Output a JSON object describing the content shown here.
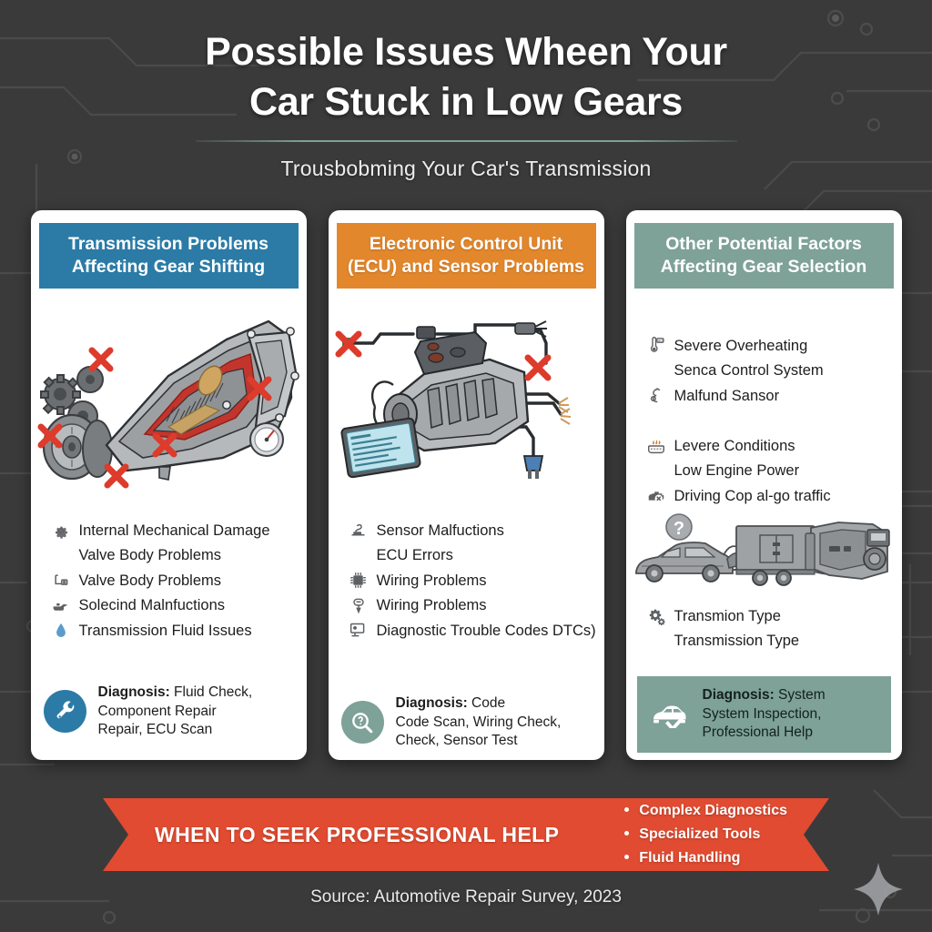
{
  "page": {
    "background_color": "#3a3a3a",
    "accent_teal": "#7ea198",
    "accent_red": "#e04b31"
  },
  "header": {
    "title_line1": "Possible Issues Wheen Your",
    "title_line2": "Car Stuck in Low Gears",
    "subtitle": "Trousbobming Your Car's Transmission"
  },
  "cards": [
    {
      "header_line1": "Transmission Problems",
      "header_line2": "Affecting Gear Shifting",
      "header_color": "#2b7ba6",
      "illustration": "transmission-cutaway-with-gears",
      "items": [
        {
          "icon": "gear-icon",
          "label": "Internal Mechanical Damage"
        },
        {
          "icon": "",
          "label": "Valve Body Problems"
        },
        {
          "icon": "valve-body-icon",
          "label": "Valve Body Problems"
        },
        {
          "icon": "oil-can-icon",
          "label": "Solecind Malnfuctions"
        },
        {
          "icon": "fluid-drop-icon",
          "label": "Transmission Fluid Issues"
        }
      ],
      "diagnosis": {
        "icon": "wrench-icon",
        "label": "Diagnosis:",
        "line1_rest": " Fluid Check,",
        "line2": "Component Repair",
        "line3": "Repair, ECU Scan"
      }
    },
    {
      "header_line1": "Electronic Control Unit",
      "header_line2": "(ECU) and Sensor Problems",
      "header_color": "#e3872c",
      "illustration": "engine-with-wiring-and-diagnostic-tablet",
      "items": [
        {
          "icon": "sensor-icon",
          "label": "Sensor Malfuctions"
        },
        {
          "icon": "",
          "label": "ECU Errors"
        },
        {
          "icon": "chip-icon",
          "label": "Wiring Problems"
        },
        {
          "icon": "plug-icon",
          "label": "Wiring Problems"
        },
        {
          "icon": "scanner-icon",
          "label": "Diagnostic Trouble Codes DTCs)"
        }
      ],
      "diagnosis": {
        "icon": "magnifier-question-icon",
        "label": "Diagnosis:",
        "line1_rest": " Code",
        "line2": "Code Scan, Wiring Check,",
        "line3": "Check, Sensor Test"
      }
    },
    {
      "header_line1": "Other Potential Factors",
      "header_line2": "Affecting Gear Selection",
      "header_color": "#7ea198",
      "illustration": "car-towing-trailer-with-machinery",
      "items": [
        {
          "icon": "thermometer-hot-icon",
          "label": "Severe Overheating"
        },
        {
          "icon": "",
          "label": "Senca Control System"
        },
        {
          "icon": "sensor-coil-icon",
          "label": "Malfund Sansor"
        },
        {
          "icon": "",
          "label": ""
        },
        {
          "icon": "heat-waves-icon",
          "label": "Levere Conditions"
        },
        {
          "icon": "",
          "label": "Low Engine Power"
        },
        {
          "icon": "engine-fault-icon",
          "label": "Driving Cop  al-go traffic"
        }
      ],
      "items_lower": [
        {
          "icon": "gears-icon",
          "label": "Transmion Type"
        },
        {
          "icon": "",
          "label": "Transmission Type"
        }
      ],
      "diagnosis": {
        "icon": "car-check-icon",
        "label": "Diagnosis:",
        "line1_rest": " System",
        "line2": "System Inspection,",
        "line3": "Professional Help"
      }
    }
  ],
  "ribbon": {
    "title": "WHEN TO SEEK PROFESSIONAL HELP",
    "items": [
      "Complex Diagnostics",
      "Specialized Tools",
      "Fluid Handling"
    ]
  },
  "footer": {
    "source": "Source: Automotive Repair Survey, 2023"
  }
}
